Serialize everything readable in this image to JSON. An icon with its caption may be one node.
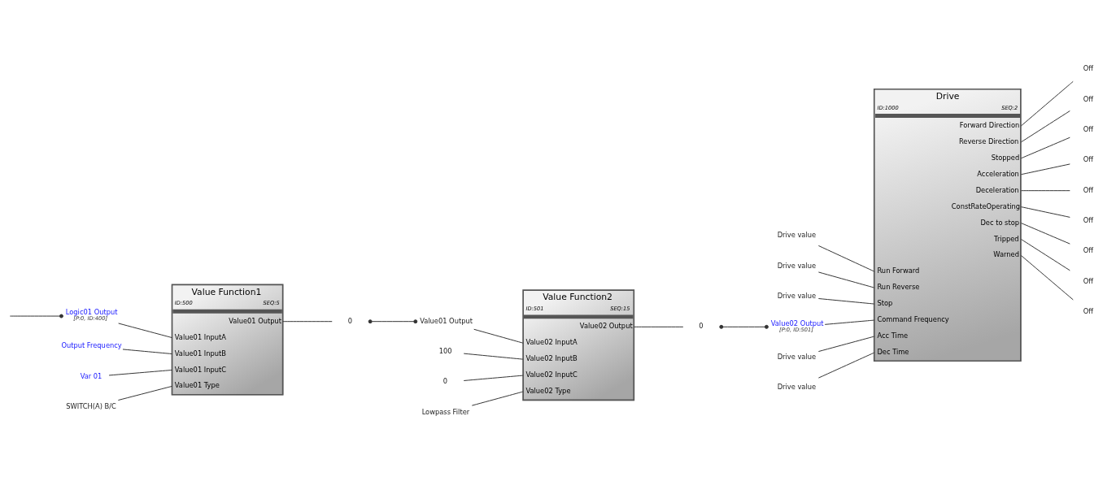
{
  "diagram": {
    "nodes": [
      {
        "text": [
          "Value Function1",
          "ID:500",
          "SEQ:5",
          "Value01 Output",
          "Value01 InputA",
          "Value01 InputB",
          "Value01 InputC",
          "Value01 Type"
        ]
      },
      {
        "text": [
          "Logic01 Output"
        ],
        "beside": [
          "[P:0, ID:400]"
        ]
      },
      {
        "text": [
          "Output Frequency"
        ]
      },
      {
        "text": [
          "Var 01"
        ]
      },
      {
        "text": [
          "SWITCH(A) B/C"
        ]
      },
      {
        "text": [
          "0"
        ]
      },
      {
        "text": [
          "Value01 Output"
        ]
      },
      {
        "text": [
          "100"
        ]
      },
      {
        "text": [
          "0"
        ]
      },
      {
        "text": [
          "Lowpass Filter"
        ]
      },
      {
        "text": [
          "Value Function2",
          "ID:501",
          "SEQ:15",
          "Value02 Output",
          "Value02 InputA",
          "Value02 InputB",
          "Value02 InputC",
          "Value02 Type"
        ]
      },
      {
        "text": [
          "0"
        ]
      },
      {
        "text": [
          "Drive",
          "ID:1000",
          "SEQ:2",
          "Forward Direction",
          "Reverse Direction",
          "Stopped",
          "Acceleration",
          "Deceleration",
          "ConstRateOperating",
          "Dec to stop",
          "Tripped",
          "Warned",
          "Run Forward",
          "Run Reverse",
          "Stop",
          "Command Frequency",
          "Acc Time",
          "Dec Time"
        ]
      },
      {
        "text": [
          "Drive value"
        ]
      },
      {
        "text": [
          "Drive value"
        ]
      },
      {
        "text": [
          "Drive value"
        ]
      },
      {
        "text": [
          "Value02 Output"
        ],
        "beside": [
          "[P:0, ID:501]"
        ]
      },
      {
        "text": [
          "Drive value"
        ]
      },
      {
        "text": [
          "Drive value"
        ]
      },
      {
        "text": [
          "Off"
        ]
      },
      {
        "text": [
          "Off"
        ]
      },
      {
        "text": [
          "Off"
        ]
      },
      {
        "text": [
          "Off"
        ]
      },
      {
        "text": [
          "Off"
        ]
      },
      {
        "text": [
          "Off"
        ]
      },
      {
        "text": [
          "Off"
        ]
      },
      {
        "text": [
          "Off"
        ]
      },
      {
        "text": [
          "Off"
        ]
      }
    ],
    "edges": [
      {
        "from": 0,
        "to": 5,
        "arrow": "none"
      },
      {
        "from": 5,
        "to": 6,
        "arrow": "other"
      },
      {
        "from": 6,
        "to": 10,
        "arrow": "none"
      },
      {
        "from": 7,
        "to": 10,
        "arrow": "none"
      },
      {
        "from": 8,
        "to": 10,
        "arrow": "none"
      },
      {
        "from": 9,
        "to": 10,
        "arrow": "none"
      },
      {
        "from": 1,
        "to": 0,
        "arrow": "none"
      },
      {
        "from": 2,
        "to": 0,
        "arrow": "none"
      },
      {
        "from": 3,
        "to": 0,
        "arrow": "none"
      },
      {
        "from": 4,
        "to": 0,
        "arrow": "none"
      },
      {
        "from": null,
        "to": 1,
        "arrow": "other"
      },
      {
        "from": 10,
        "to": 11,
        "arrow": "none"
      },
      {
        "from": 11,
        "to": 16,
        "arrow": "other"
      },
      {
        "from": 13,
        "to": 12,
        "arrow": "none"
      },
      {
        "from": 14,
        "to": 12,
        "arrow": "none"
      },
      {
        "from": 15,
        "to": 12,
        "arrow": "none"
      },
      {
        "from": 16,
        "to": 12,
        "arrow": "none"
      },
      {
        "from": 17,
        "to": 12,
        "arrow": "none"
      },
      {
        "from": 18,
        "to": 12,
        "arrow": "none"
      },
      {
        "from": 12,
        "to": 19,
        "arrow": "none"
      },
      {
        "from": 12,
        "to": 20,
        "arrow": "none"
      },
      {
        "from": 12,
        "to": 21,
        "arrow": "none"
      },
      {
        "from": 12,
        "to": 22,
        "arrow": "none"
      },
      {
        "from": 12,
        "to": 23,
        "arrow": "none"
      },
      {
        "from": 12,
        "to": 24,
        "arrow": "none"
      },
      {
        "from": 12,
        "to": 25,
        "arrow": "none"
      },
      {
        "from": 12,
        "to": 26,
        "arrow": "none"
      },
      {
        "from": 12,
        "to": 27,
        "arrow": "none"
      }
    ]
  }
}
